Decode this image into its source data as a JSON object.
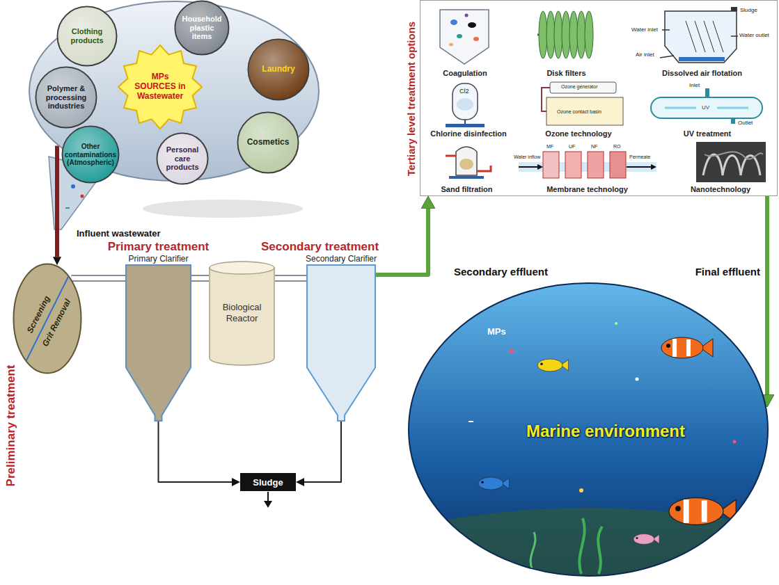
{
  "diagram": {
    "nodes": [
      {
        "text": [
          "MPs SOURCES in Wastewater"
        ]
      },
      {
        "text": [
          "Clothing products"
        ],
        "in": 0
      },
      {
        "text": [
          "Household plastic items"
        ],
        "in": 0
      },
      {
        "text": [
          "Polymer & processing industries"
        ],
        "in": 0
      },
      {
        "text": [
          "Laundry"
        ],
        "in": 0
      },
      {
        "text": [
          "Other contaminations (Atmospheric)"
        ],
        "in": 0
      },
      {
        "text": [
          "Personal care products"
        ],
        "in": 0
      },
      {
        "text": [
          "Cosmetics"
        ],
        "in": 0
      },
      {
        "text": [
          "Tertiary level treatment options"
        ]
      },
      {
        "text": [
          "Coagulation"
        ],
        "in": 8
      },
      {
        "text": [
          "Disk filters"
        ],
        "in": 8
      },
      {
        "text": [
          "Dissolved air flotation"
        ],
        "in": 8
      },
      {
        "text": [
          "Chlorine disinfection"
        ],
        "in": 8
      },
      {
        "text": [
          "Ozone technology"
        ],
        "in": 8
      },
      {
        "text": [
          "UV treatment"
        ],
        "in": 8
      },
      {
        "text": [
          "Sand filtration"
        ],
        "in": 8
      },
      {
        "text": [
          "Membrane technology"
        ],
        "in": 8
      },
      {
        "text": [
          "Nanotechnology"
        ],
        "in": 8
      },
      {
        "text": [
          "Preliminary treatment",
          "Screening",
          "Grit Removal"
        ]
      },
      {
        "text": [
          "Primary treatment",
          "Primary Clarifier"
        ]
      },
      {
        "text": [
          "Secondary treatment",
          "Biological Reactor"
        ]
      },
      {
        "text": [
          "Secondary Clarifier"
        ]
      },
      {
        "text": [
          "Marine environment"
        ]
      },
      {
        "text": [
          "Sludge"
        ]
      }
    ],
    "edges": [
      {
        "from": 0,
        "to": 18,
        "label": "Influent wastewater",
        "arrow": "to"
      },
      {
        "from": 18,
        "to": 19,
        "arrow": "none"
      },
      {
        "from": 19,
        "to": 20,
        "arrow": "none"
      },
      {
        "from": 20,
        "to": 21,
        "arrow": "none"
      },
      {
        "from": 21,
        "to": 8,
        "label": "Secondary effluent",
        "arrow": "to"
      },
      {
        "from": 8,
        "to": 22,
        "label": "Final effluent",
        "arrow": "to"
      },
      {
        "from": 19,
        "to": 23,
        "arrow": "to"
      },
      {
        "from": 21,
        "to": 23,
        "arrow": "to"
      }
    ],
    "labels": [
      "Sludge",
      "Water inlet",
      "Water outlet",
      "Air inlet",
      "Cl2",
      "Ozone generator",
      "Ozone contact basin",
      "Inlet",
      "UV",
      "Outlet",
      "Water inflow",
      "MF",
      "UF",
      "NF",
      "RO",
      "Permeate",
      "MPs"
    ]
  }
}
